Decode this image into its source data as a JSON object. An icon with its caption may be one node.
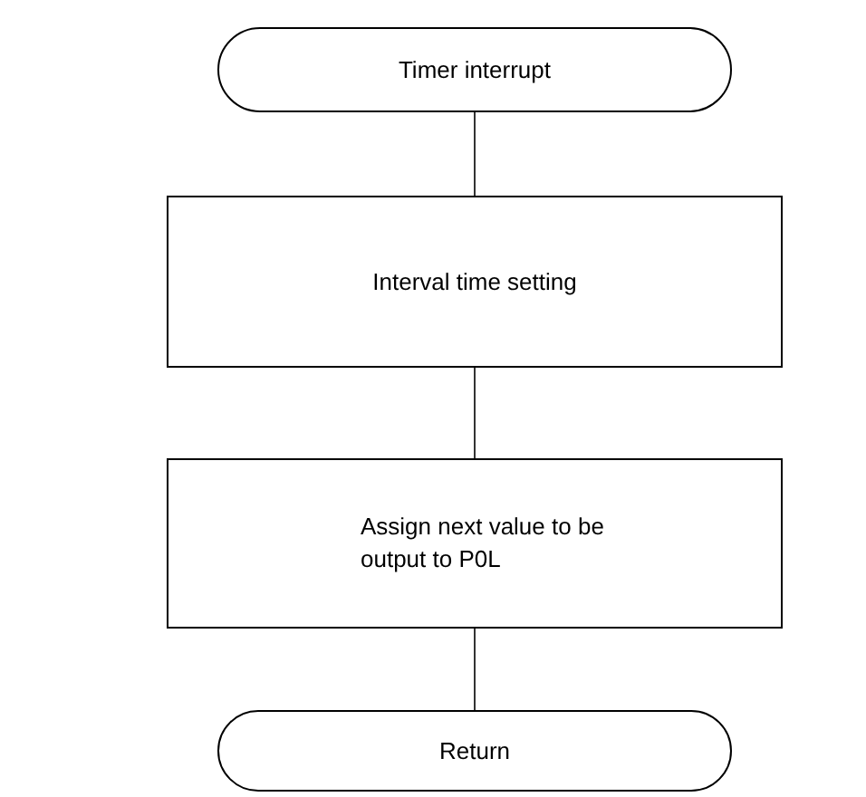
{
  "diagram": {
    "nodes": [
      {
        "text": [
          "Timer interrupt"
        ]
      },
      {
        "text": [
          "Interval time setting"
        ]
      },
      {
        "text": [
          "Assign next value to be output to P0L"
        ]
      },
      {
        "text": [
          "Return"
        ]
      }
    ],
    "edges": [
      {
        "from": 0,
        "to": 1,
        "arrow": "none"
      },
      {
        "from": 1,
        "to": 2,
        "arrow": "none"
      },
      {
        "from": 2,
        "to": 3,
        "arrow": "none"
      }
    ]
  }
}
